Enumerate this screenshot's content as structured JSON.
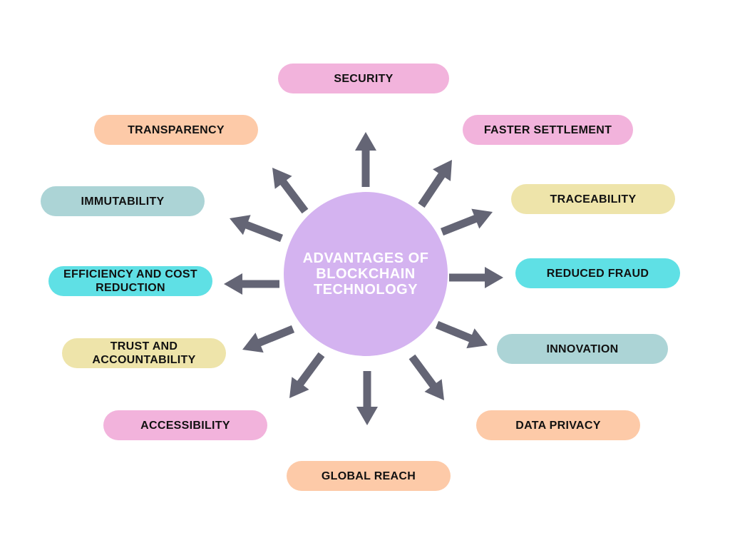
{
  "hub": {
    "title": "ADVANTAGES OF BLOCKCHAIN TECHNOLOGY",
    "color": "#d4b3f0"
  },
  "colors": {
    "arrow": "#646575",
    "pink": "#f2b3dc",
    "peach": "#fdcaa8",
    "teal": "#acd4d6",
    "yellow": "#eee4aa",
    "cyan": "#5fe0e5"
  },
  "advantages": [
    {
      "id": "security",
      "label": "SECURITY",
      "color": "#f2b3dc"
    },
    {
      "id": "transparency",
      "label": "TRANSPARENCY",
      "color": "#fdcaa8"
    },
    {
      "id": "faster",
      "label": "FASTER SETTLEMENT",
      "color": "#f2b3dc"
    },
    {
      "id": "immutability",
      "label": "IMMUTABILITY",
      "color": "#acd4d6"
    },
    {
      "id": "traceability",
      "label": "TRACEABILITY",
      "color": "#eee4aa"
    },
    {
      "id": "efficiency",
      "label": "EFFICIENCY AND COST REDUCTION",
      "color": "#5fe0e5"
    },
    {
      "id": "reduced",
      "label": "REDUCED FRAUD",
      "color": "#5fe0e5"
    },
    {
      "id": "trust",
      "label": "TRUST AND ACCOUNTABILITY",
      "color": "#eee4aa"
    },
    {
      "id": "innovation",
      "label": "INNOVATION",
      "color": "#acd4d6"
    },
    {
      "id": "accessibility",
      "label": "ACCESSIBILITY",
      "color": "#f2b3dc"
    },
    {
      "id": "dataprivacy",
      "label": "DATA PRIVACY",
      "color": "#fdcaa8"
    },
    {
      "id": "globalreach",
      "label": "GLOBAL REACH",
      "color": "#fdcaa8"
    }
  ]
}
